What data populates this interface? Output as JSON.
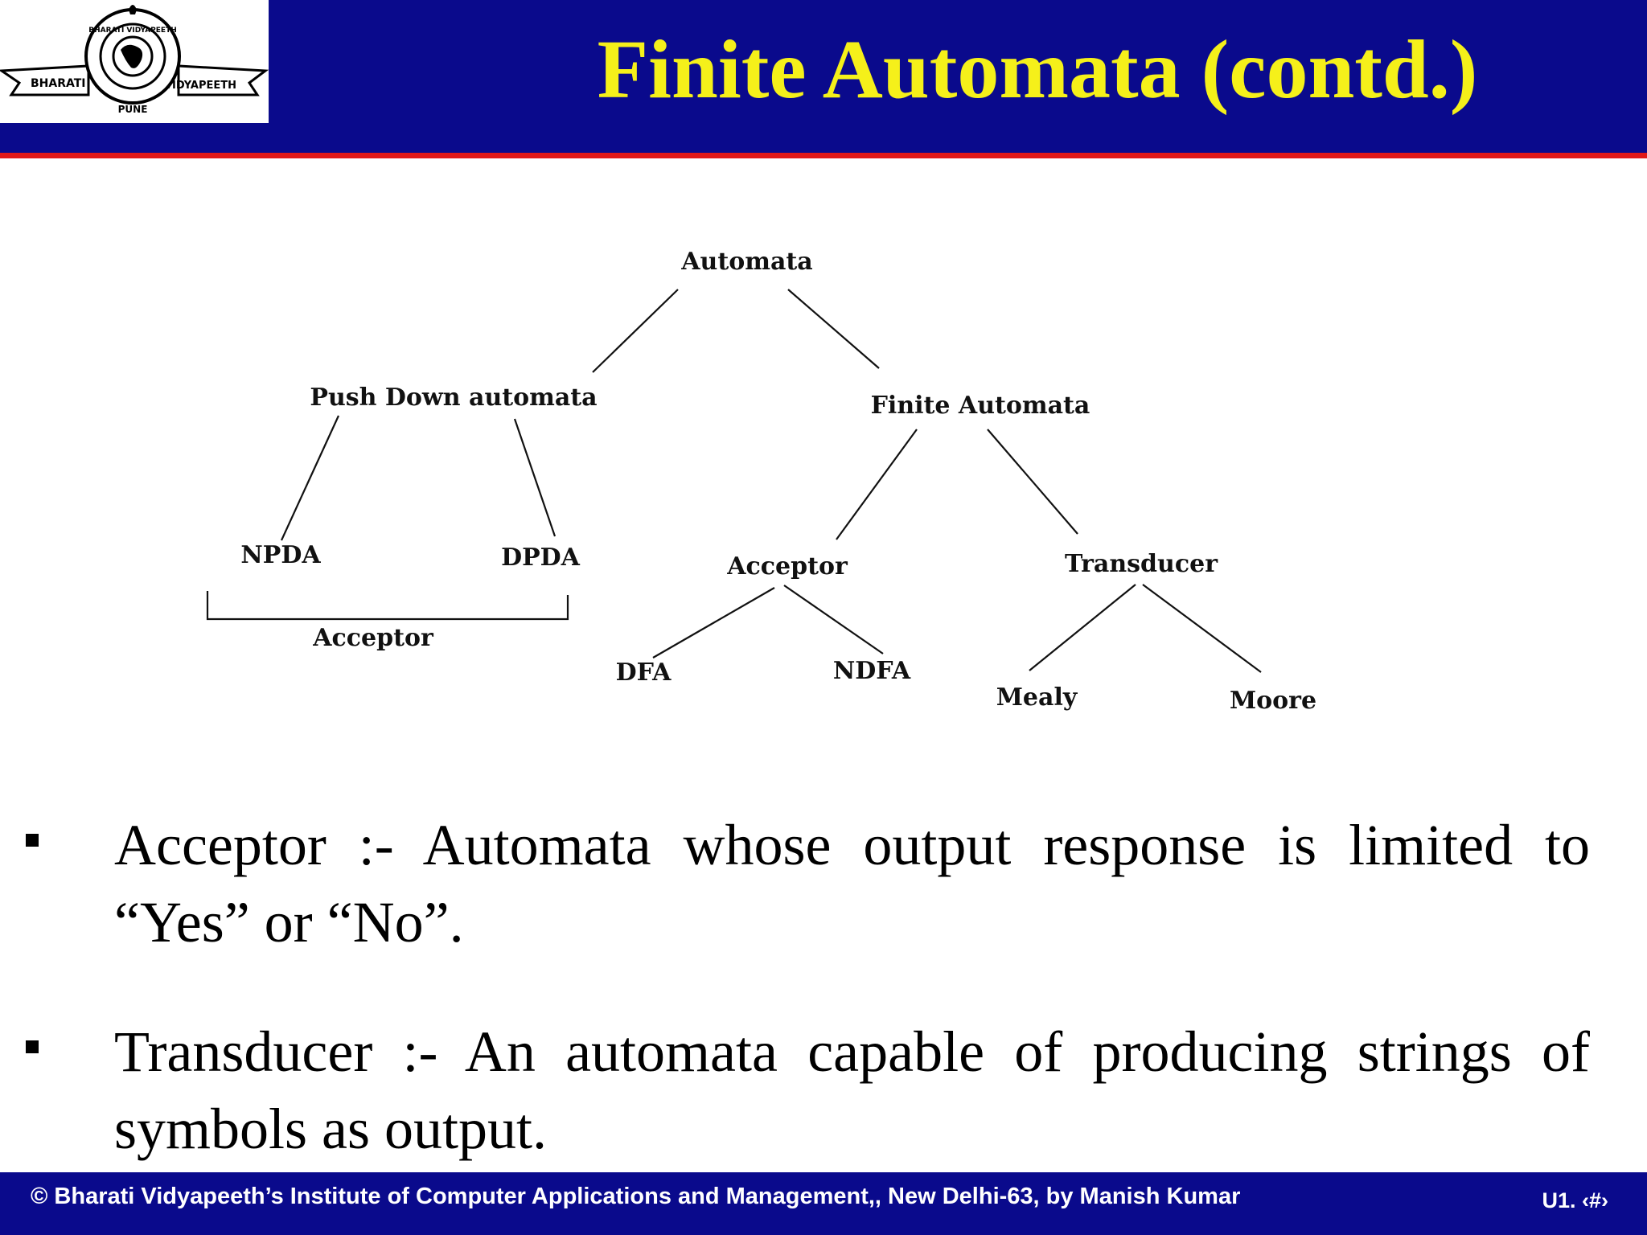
{
  "header": {
    "title": "Finite Automata (contd.)",
    "logo": {
      "left_text": "BHARATI",
      "right_text": "VIDYAPEETH",
      "bottom_text": "PUNE",
      "ring_text": "BHARATI VIDYAPEETH"
    }
  },
  "diagram": {
    "root": "Automata",
    "pda": "Push Down automata",
    "fa": "Finite Automata",
    "npda": "NPDA",
    "dpda": "DPDA",
    "pda_group_label": "Acceptor",
    "fa_acceptor": "Acceptor",
    "fa_transducer": "Transducer",
    "dfa": "DFA",
    "ndfa": "NDFA",
    "mealy": "Mealy",
    "moore": "Moore"
  },
  "bullets": [
    {
      "text": "Acceptor :-  Automata whose output response is limited to “Yes” or “No”."
    },
    {
      "text": "Transducer :- An automata capable of producing strings of symbols as output."
    }
  ],
  "footer": {
    "text": "© Bharati Vidyapeeth’s Institute of Computer Applications and Management,, New Delhi-63, by Manish Kumar",
    "slide_number": "U1. ‹#›"
  },
  "colors": {
    "header_bg": "#0a0a8c",
    "title": "#f5f01a",
    "accent_rule": "#e01818",
    "footer_text": "#ffffff"
  }
}
